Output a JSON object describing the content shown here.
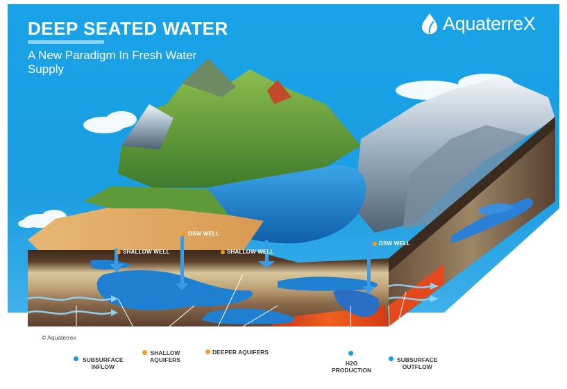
{
  "header": {
    "title": "DEEP SEATED WATER",
    "subtitle": "A New Paradigm In Fresh Water Supply"
  },
  "logo": {
    "text": "AquaterreX",
    "icon": "water-drop-leaf-icon"
  },
  "well_labels": {
    "shallow_well_left": "SHALLOW WELL",
    "dsw_well_left": "DSW WELL",
    "shallow_well_right": "SHALLOW WELL",
    "dsw_well_right": "DSW WELL"
  },
  "legend": {
    "subsurface_inflow": {
      "line1": "SUBSURFACE",
      "line2": "INFLOW"
    },
    "shallow_aquifers": {
      "line1": "SHALLOW",
      "line2": "AQUIFERS"
    },
    "deeper_aquifers": "DEEPER AQUIFERS",
    "h2o_production": {
      "line1": "H2O",
      "line2": "PRODUCTION"
    },
    "subsurface_outflow": {
      "line1": "SUBSURFACE",
      "line2": "OUTFLOW"
    }
  },
  "copyright": "© Aquaterrex",
  "colors": {
    "sky": "#1aa3e8",
    "blue_dot": "#1a9be0",
    "orange_dot": "#f29c1f",
    "water": "#1f7fd0"
  }
}
